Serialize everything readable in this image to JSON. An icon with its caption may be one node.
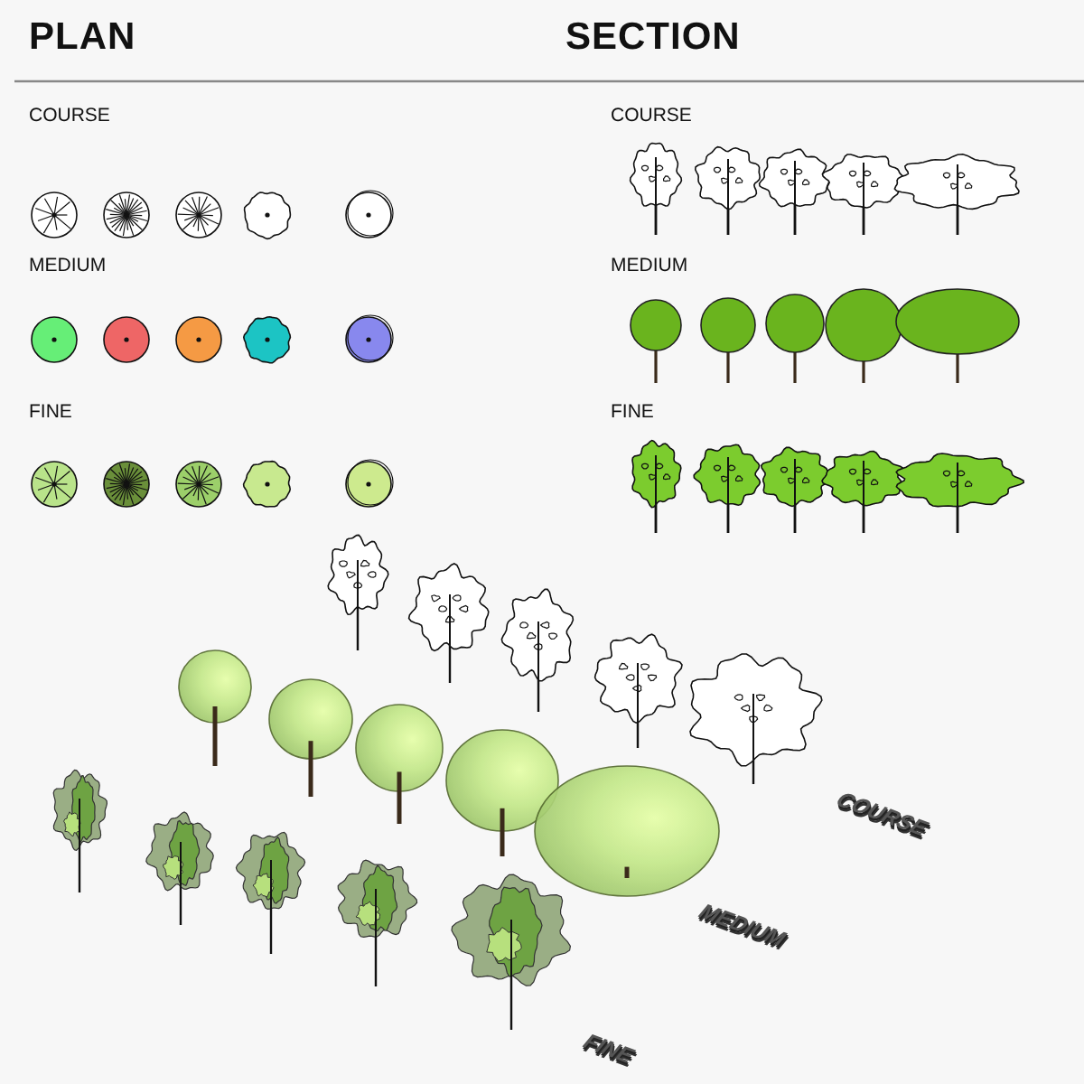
{
  "diagram": {
    "labels": [
      "PLAN",
      "SECTION",
      "COURSE",
      "MEDIUM",
      "FINE",
      "COURSE",
      "MEDIUM",
      "FINE",
      "COURSE",
      "MEDIUM",
      "FINE"
    ]
  }
}
